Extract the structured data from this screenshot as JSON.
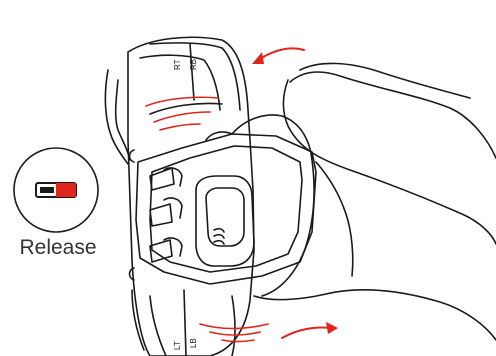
{
  "release_label": "Release",
  "controller_labels": {
    "rt": "RT",
    "rb": "RB",
    "lb": "LB",
    "lt": "LT"
  },
  "colors": {
    "line": "#1a1a1a",
    "accent": "#e0251b",
    "text": "#333333",
    "background": "#ffffff"
  },
  "icons": {
    "switch": "toggle-switch-icon",
    "upper_arrow": "curved-arrow-left-icon",
    "lower_arrow": "curved-arrow-right-icon"
  }
}
